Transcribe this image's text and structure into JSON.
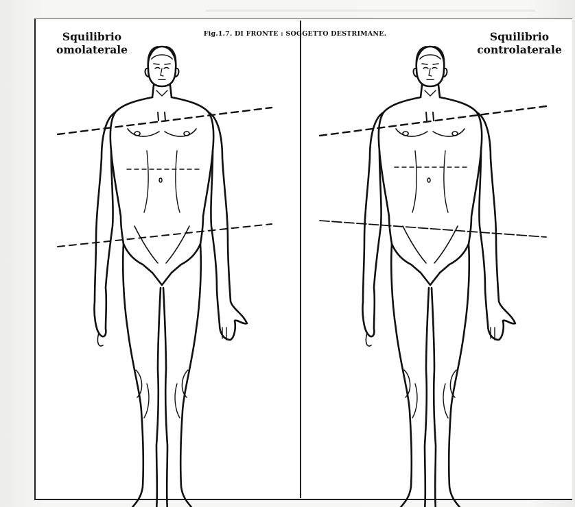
{
  "figure": {
    "title": "Fig.1.7. DI FRONTE : SOGGETTO DESTRIMANE.",
    "left_label": "Squilibrio\nomolaterale",
    "right_label": "Squilibrio\ncontrolaterale"
  },
  "colors": {
    "ink": "#111111",
    "paper": "#ffffff",
    "background": "#f4f4f2"
  }
}
